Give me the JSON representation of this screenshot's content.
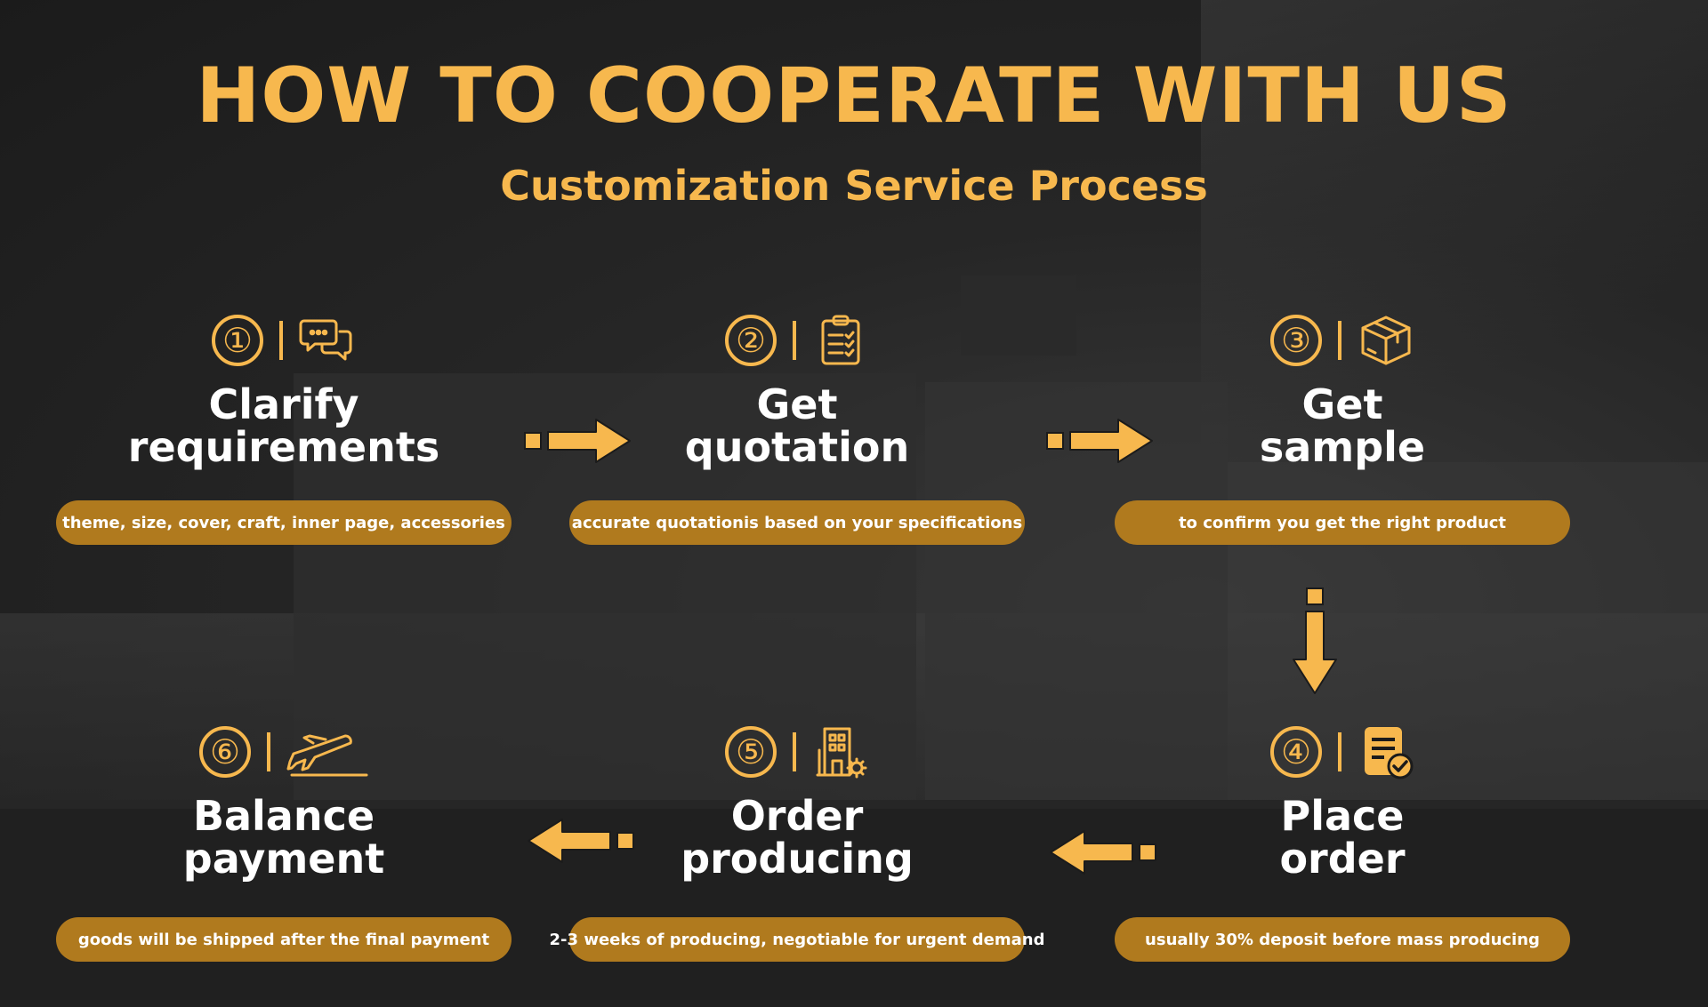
{
  "header": {
    "title": "HOW TO COOPERATE WITH US",
    "subtitle": "Customization Service Process"
  },
  "colors": {
    "accent": "#f7b84e",
    "pill": "#b07a1e",
    "text": "#ffffff",
    "background": "#262626"
  },
  "steps": [
    {
      "number": "①",
      "icon": "chat-bubbles-icon",
      "line1": "Clarify",
      "line2": "requirements",
      "detail": "theme, size, cover, craft, inner page, accessories"
    },
    {
      "number": "②",
      "icon": "clipboard-checklist-icon",
      "line1": "Get",
      "line2": "quotation",
      "detail": "accurate quotationis based on your specifications"
    },
    {
      "number": "③",
      "icon": "package-box-icon",
      "line1": "Get",
      "line2": "sample",
      "detail": "to confirm you get the right product"
    },
    {
      "number": "④",
      "icon": "order-document-check-icon",
      "line1": "Place",
      "line2": "order",
      "detail": "usually 30% deposit before mass producing"
    },
    {
      "number": "⑤",
      "icon": "factory-building-gear-icon",
      "line1": "Order",
      "line2": "producing",
      "detail": "2-3 weeks of producing, negotiable for urgent demand"
    },
    {
      "number": "⑥",
      "icon": "airplane-takeoff-icon",
      "line1": "Balance",
      "line2": "payment",
      "detail": "goods will be shipped after the final payment"
    }
  ]
}
